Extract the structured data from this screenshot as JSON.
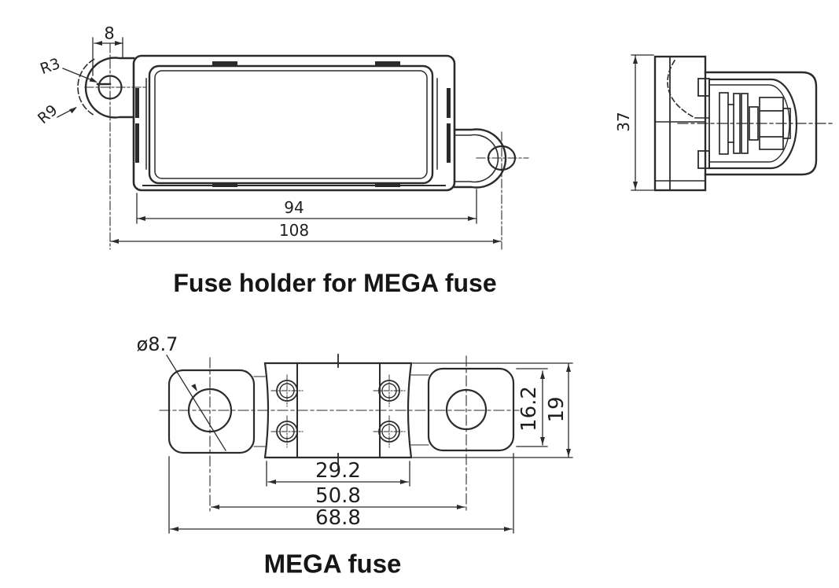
{
  "drawing": {
    "background_color": "#ffffff",
    "line_color": "#2b2b2b",
    "captions": {
      "holder_title": "Fuse holder for MEGA fuse",
      "fuse_title": "MEGA fuse"
    },
    "holder_front_view": {
      "dimensions": {
        "tab_slot_width": "8",
        "hole_radius": "R3",
        "tab_outer_radius": "R9",
        "body_width": "94",
        "mounting_hole_spacing": "108"
      }
    },
    "holder_side_view": {
      "dimensions": {
        "overall_height": "37"
      }
    },
    "mega_fuse_view": {
      "dimensions": {
        "bolt_hole_diameter": "ø8.7",
        "element_window_width": "29.2",
        "hole_center_spacing": "50.8",
        "overall_length": "68.8",
        "terminal_height": "16.2",
        "body_height": "19"
      }
    }
  }
}
